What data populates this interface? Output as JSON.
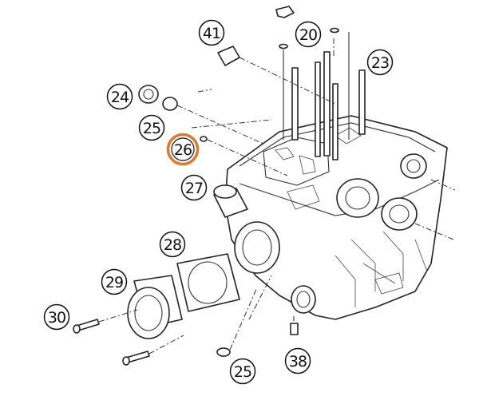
{
  "diagram": {
    "highlight_color": "#e0782a",
    "callouts": [
      {
        "id": "c41",
        "label": "41"
      },
      {
        "id": "c20",
        "label": "20"
      },
      {
        "id": "c23",
        "label": "23"
      },
      {
        "id": "c24",
        "label": "24"
      },
      {
        "id": "c25a",
        "label": "25"
      },
      {
        "id": "c26",
        "label": "26",
        "highlighted": true
      },
      {
        "id": "c27",
        "label": "27"
      },
      {
        "id": "c28",
        "label": "28"
      },
      {
        "id": "c29",
        "label": "29"
      },
      {
        "id": "c30",
        "label": "30"
      },
      {
        "id": "c25b",
        "label": "25"
      },
      {
        "id": "c38",
        "label": "38"
      }
    ]
  }
}
